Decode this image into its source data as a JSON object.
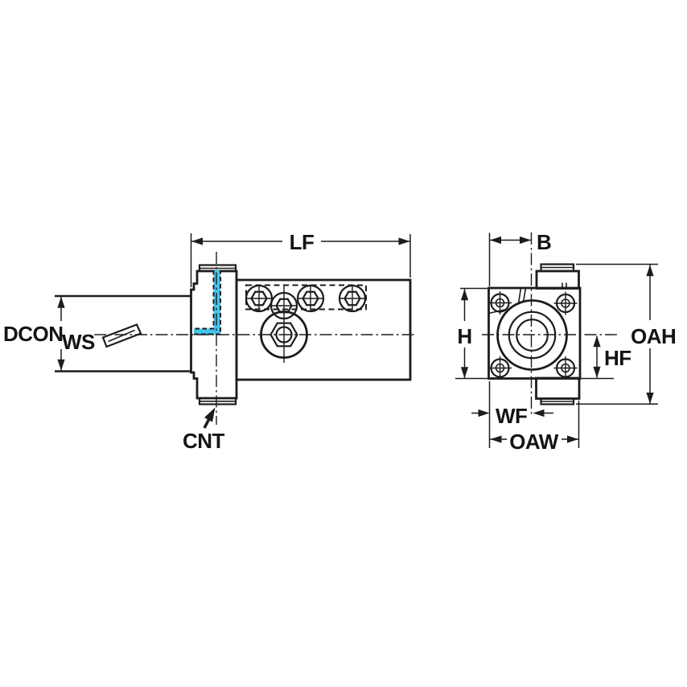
{
  "colors": {
    "background": "#ffffff",
    "body_fill": "#b7cbd7",
    "line": "#1c1c1c",
    "coolant_highlight": "#42c6ee",
    "insert_yellow": "#f4b70a"
  },
  "side_view": {
    "labels": {
      "lf": "LF",
      "dcon": "DCON",
      "ws": "WS",
      "cnt": "CNT"
    }
  },
  "front_view": {
    "labels": {
      "b": "B",
      "h": "H",
      "oah": "OAH",
      "hf": "HF",
      "wf": "WF",
      "oaw": "OAW"
    }
  }
}
